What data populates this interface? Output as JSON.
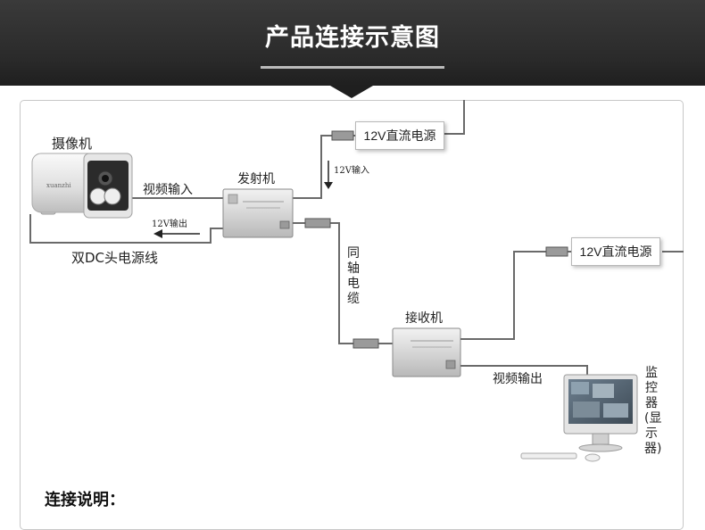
{
  "header": {
    "title": "产品连接示意图"
  },
  "diagram": {
    "camera_label": "摄像机",
    "camera_brand": "xuanzhi",
    "transmitter_label": "发射机",
    "receiver_label": "接收机",
    "monitor_label": "监控器(显示器)",
    "psu_top_label": "12V直流电源",
    "psu_right_label": "12V直流电源",
    "video_in_label": "视频输入",
    "out_12v_label": "12V输出",
    "in_12v_label": "12V输入",
    "dc_cable_label": "双DC头电源线",
    "coax_label": "同轴电缆",
    "video_out_label": "视频输出"
  },
  "footer": {
    "section_title": "连接说明："
  },
  "colors": {
    "header_bg": "#2a2a2a",
    "cable": "#6a6a6a",
    "device_body": "#d8d8d8"
  }
}
